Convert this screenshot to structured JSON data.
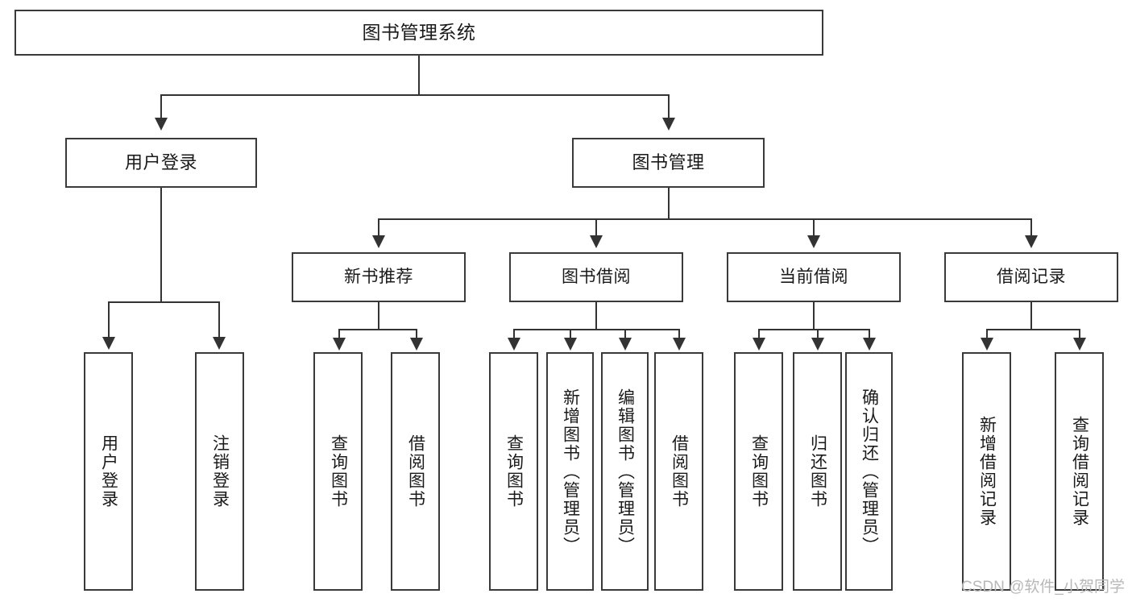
{
  "diagram": {
    "type": "tree-hierarchy-chart",
    "title": "图书管理系统",
    "root": {
      "label": "图书管理系统"
    },
    "level2": [
      {
        "label": "用户登录"
      },
      {
        "label": "图书管理"
      }
    ],
    "level3": [
      {
        "label": "新书推荐"
      },
      {
        "label": "图书借阅"
      },
      {
        "label": "当前借阅"
      },
      {
        "label": "借阅记录"
      }
    ],
    "leaves": [
      {
        "label": "用户登录"
      },
      {
        "label": "注销登录"
      },
      {
        "label": "查询图书"
      },
      {
        "label": "借阅图书"
      },
      {
        "label": "查询图书"
      },
      {
        "label": "新增图书（管理员）"
      },
      {
        "label": "编辑图书（管理员）"
      },
      {
        "label": "借阅图书"
      },
      {
        "label": "查询图书"
      },
      {
        "label": "归还图书"
      },
      {
        "label": "确认归还（管理员）"
      },
      {
        "label": "新增借阅记录"
      },
      {
        "label": "查询借阅记录"
      }
    ]
  },
  "watermark": {
    "text": "CSDN @软件_小贺同学"
  },
  "colors": {
    "box_border": "#3a3a3a",
    "connector": "#333333",
    "text": "#1a1a1a",
    "background": "#ffffff",
    "watermark": "#b8b8b8"
  }
}
